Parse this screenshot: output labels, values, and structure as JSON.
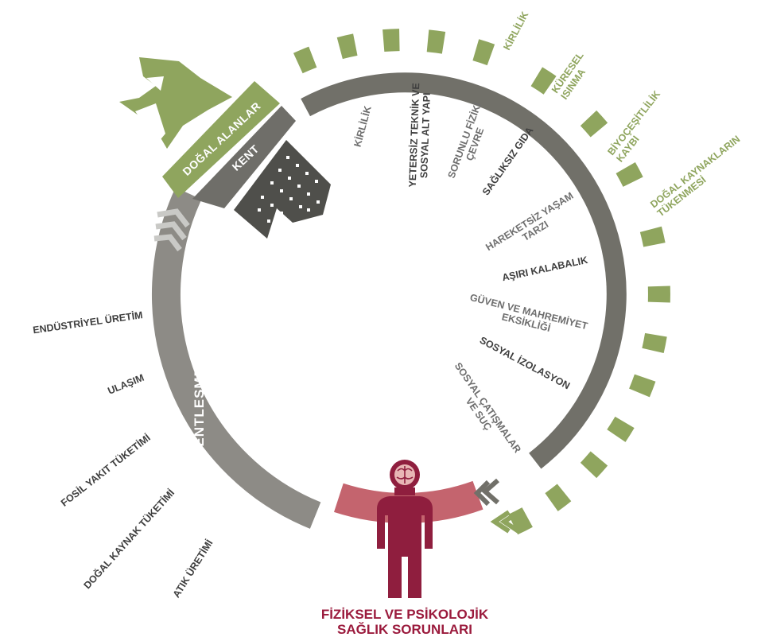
{
  "colors": {
    "green": "#8fa55e",
    "dark_gray": "#717069",
    "light_gray": "#8d8b86",
    "red_band": "#c4646e",
    "figure": "#8f1e3e",
    "building": "#4f4f4b"
  },
  "icons": [
    "tree-icon",
    "building-icon",
    "person-icon",
    "brain-icon",
    "chevron-icon"
  ],
  "bands": {
    "natural_areas": "DOĞAL ALANLAR",
    "city": "KENT",
    "urbanization": "KENTLEŞME"
  },
  "environmental_effects": [
    "KİRLİLİK",
    [
      "KÜRESEL",
      "ISINMA"
    ],
    [
      "BİYOÇEŞİTLİLİK",
      "KAYBI"
    ],
    [
      "DOĞAL KAYNAKLARIN",
      "TÜKENMESİ"
    ]
  ],
  "urban_factors": [
    "KİRLİLİK",
    [
      "YETERSİZ TEKNİK VE",
      "SOSYAL ALT YAPI"
    ],
    [
      "SORUNLU FİZİKİ",
      "ÇEVRE"
    ],
    "SAĞLIKSIZ GIDA",
    [
      "HAREKETSİZ YAŞAM",
      "TARZI"
    ],
    "AŞIRI KALABALIK",
    [
      "GÜVEN VE MAHREMİYET",
      "EKSİKLİĞİ"
    ],
    "SOSYAL İZOLASYON",
    [
      "SOSYAL ÇATIŞMALAR",
      "VE SUÇ"
    ]
  ],
  "urbanization_factors": [
    "ENDÜSTRİYEL ÜRETİM",
    "ULAŞIM",
    "FOSİL YAKIT TÜKETİMİ",
    "DOĞAL KAYNAK TÜKETİMİ",
    "ATIK ÜRETİMİ"
  ],
  "outcome": [
    "FİZİKSEL VE PSİKOLOJİK",
    "SAĞLIK SORUNLARI"
  ]
}
